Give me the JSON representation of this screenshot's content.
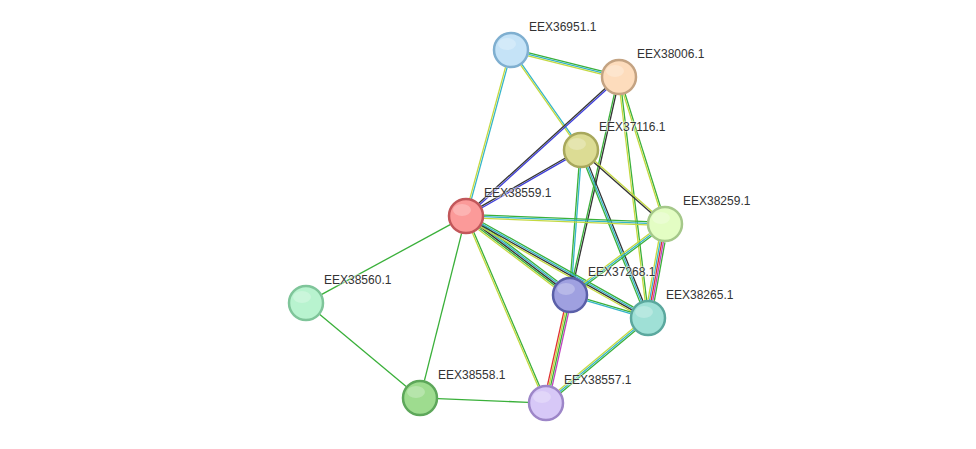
{
  "diagram": {
    "nodes": [
      {
        "text": [
          "EEX36951.1"
        ]
      },
      {
        "text": [
          "EEX38006.1"
        ]
      },
      {
        "text": [
          "EEX37116.1"
        ]
      },
      {
        "text": [
          "EEX38559.1"
        ]
      },
      {
        "text": [
          "EEX38259.1"
        ]
      },
      {
        "text": [
          "EEX38560.1"
        ]
      },
      {
        "text": [
          "EEX37268.1"
        ]
      },
      {
        "text": [
          "EEX38265.1"
        ]
      },
      {
        "text": [
          "EEX38558.1"
        ]
      },
      {
        "text": [
          "EEX38557.1"
        ]
      }
    ],
    "edges": [
      {
        "from": 0,
        "to": 1,
        "arrow": "none"
      },
      {
        "from": 0,
        "to": 3,
        "arrow": "none"
      },
      {
        "from": 0,
        "to": 2,
        "arrow": "none"
      },
      {
        "from": 1,
        "to": 3,
        "arrow": "none"
      },
      {
        "from": 1,
        "to": 6,
        "arrow": "none"
      },
      {
        "from": 1,
        "to": 7,
        "arrow": "none"
      },
      {
        "from": 1,
        "to": 4,
        "arrow": "none"
      },
      {
        "from": 2,
        "to": 3,
        "arrow": "none"
      },
      {
        "from": 2,
        "to": 4,
        "arrow": "none"
      },
      {
        "from": 2,
        "to": 6,
        "arrow": "none"
      },
      {
        "from": 2,
        "to": 7,
        "arrow": "none"
      },
      {
        "from": 3,
        "to": 4,
        "arrow": "none"
      },
      {
        "from": 3,
        "to": 6,
        "arrow": "none"
      },
      {
        "from": 3,
        "to": 7,
        "arrow": "none"
      },
      {
        "from": 3,
        "to": 5,
        "arrow": "none"
      },
      {
        "from": 3,
        "to": 8,
        "arrow": "none"
      },
      {
        "from": 3,
        "to": 9,
        "arrow": "none"
      },
      {
        "from": 5,
        "to": 8,
        "arrow": "none"
      },
      {
        "from": 8,
        "to": 9,
        "arrow": "none"
      },
      {
        "from": 4,
        "to": 6,
        "arrow": "none"
      },
      {
        "from": 4,
        "to": 7,
        "arrow": "none"
      },
      {
        "from": 6,
        "to": 7,
        "arrow": "none"
      },
      {
        "from": 6,
        "to": 9,
        "arrow": "none"
      },
      {
        "from": 7,
        "to": 9,
        "arrow": "none"
      }
    ]
  }
}
